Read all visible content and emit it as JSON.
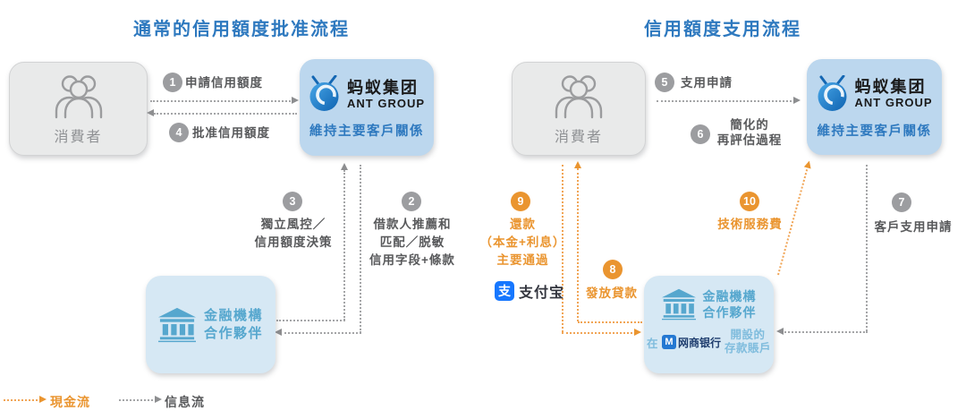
{
  "colors": {
    "accent_blue": "#2E79BF",
    "orange_accent": "#EA9530",
    "gray_circle": "#9C9DA0",
    "label_gray": "#58595B",
    "bank_blue": "#56A7CE",
    "ant_box_fill": "#BCD7EE",
    "bank_box_fill": "#D6E8F4",
    "consumer_box_fill": "#E9EAEA",
    "alipay_blue": "#1677FF",
    "mybank_blue": "#2478D2"
  },
  "legend": {
    "cash_flow": "現金流",
    "info_flow": "信息流"
  },
  "left_flow": {
    "title": "通常的信用額度批准流程",
    "consumer_label": "消費者",
    "ant_box": {
      "brand_cn": "蚂蚁集团",
      "brand_en": "ANT GROUP",
      "caption": "維持主要客戶關係"
    },
    "bank_box": {
      "line1": "金融機構",
      "line2": "合作夥伴"
    },
    "step1": {
      "num": "1",
      "label": "申請信用額度"
    },
    "step2": {
      "num": "2",
      "line1": "借款人推薦和",
      "line2": "匹配／脱敏",
      "line3": "信用字段+條款"
    },
    "step3": {
      "num": "3",
      "line1": "獨立風控／",
      "line2": "信用額度決策"
    },
    "step4": {
      "num": "4",
      "label": "批准信用額度"
    }
  },
  "right_flow": {
    "title": "信用額度支用流程",
    "consumer_label": "消費者",
    "ant_box": {
      "brand_cn": "蚂蚁集团",
      "brand_en": "ANT GROUP",
      "caption": "維持主要客戶關係"
    },
    "bank_box": {
      "line1": "金融機構",
      "line2": "合作夥伴",
      "account_prefix": "在",
      "mybank_icon_letter": "M",
      "mybank_label": "网商银行",
      "account_line1": "開設的",
      "account_line2": "存款賬戶"
    },
    "alipay": {
      "icon_char": "支",
      "label": "支付宝"
    },
    "step5": {
      "num": "5",
      "label": "支用申請"
    },
    "step6": {
      "num": "6",
      "line1": "簡化的",
      "line2": "再評估過程"
    },
    "step7": {
      "num": "7",
      "label": "客戶支用申請"
    },
    "step8": {
      "num": "8",
      "label": "發放貸款"
    },
    "step9": {
      "num": "9",
      "line1": "還款",
      "line2": "（本金+利息）",
      "line3": "主要通過"
    },
    "step10": {
      "num": "10",
      "label": "技術服務費"
    }
  }
}
